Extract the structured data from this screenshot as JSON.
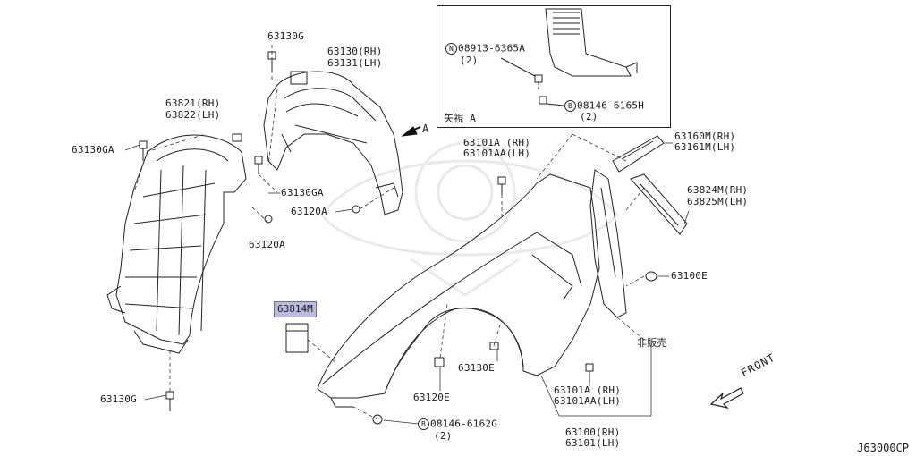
{
  "labels": {
    "p63130g_top": "63130G",
    "p63130_rh": "63130(RH)",
    "p63131_lh": "63131(LH)",
    "p63821_rh": "63821(RH)",
    "p63822_lh": "63822(LH)",
    "p63130ga_left": "63130GA",
    "p63130ga_mid": "63130GA",
    "p63120a_mid": "63120A",
    "p63120a_left": "63120A",
    "p63101a_top_rh": "63101A (RH)",
    "p63101aa_top_lh": "63101AA(LH)",
    "p63160m_rh": "63160M(RH)",
    "p63161m_lh": "63161M(LH)",
    "p63824m_rh": "63824M(RH)",
    "p63825m_lh": "63825M(LH)",
    "p63100e": "63100E",
    "p63814m": "63814M",
    "not_for_sale": "非販売",
    "p63130e": "63130E",
    "p63120e": "63120E",
    "p63101a_bot_rh": "63101A (RH)",
    "p63101aa_bot_lh": "63101AA(LH)",
    "bolt_08146_6162g": "08146-6162G",
    "qty_2_bottom": "(2)",
    "p63100_rh": "63100(RH)",
    "p63101_lh": "63101(LH)",
    "inset_n_marker": "N",
    "inset_n_part": "08913-6365A",
    "inset_n_qty": "(2)",
    "inset_b_marker": "B",
    "inset_b_part": "08146-6165H",
    "inset_b_qty": "(2)",
    "inset_view": "矢視  A",
    "view_arrow_label": "A",
    "bottom_b_marker": "B",
    "front": "FRONT",
    "diagram_code": "J63000CP"
  },
  "highlight_color": "#b8bbdc"
}
